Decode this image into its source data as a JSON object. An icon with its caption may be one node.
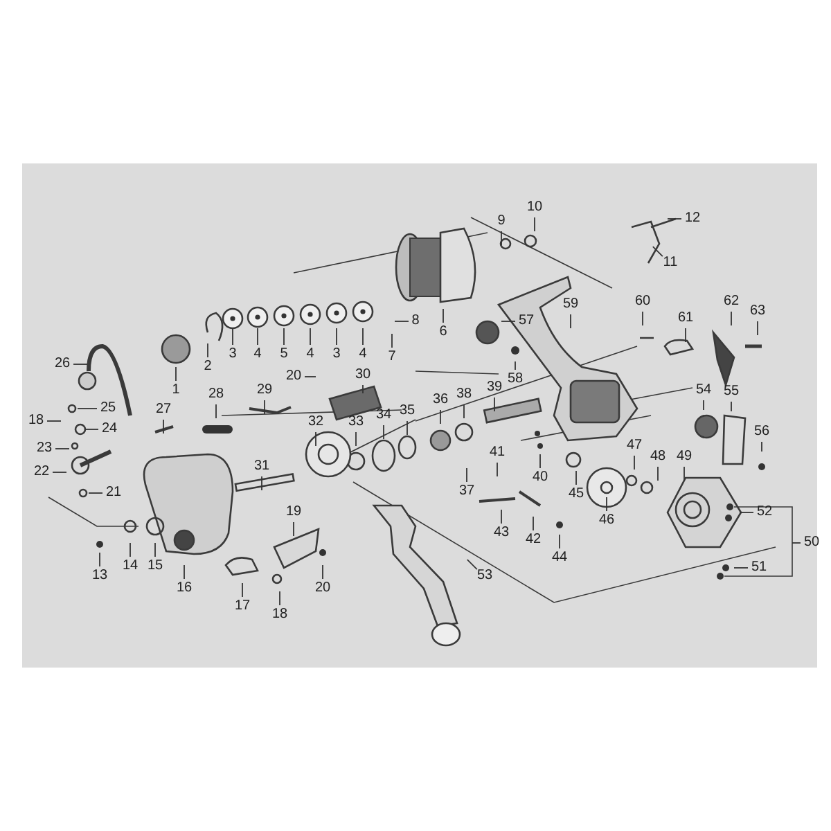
{
  "diagram": {
    "nodes": [
      {
        "text": [
          "9"
        ]
      },
      {
        "text": [
          "10"
        ]
      },
      {
        "text": [
          "12"
        ]
      },
      {
        "text": [
          "11"
        ]
      },
      {
        "text": [
          "59"
        ]
      },
      {
        "text": [
          "60"
        ]
      },
      {
        "text": [
          "62"
        ]
      },
      {
        "text": [
          "63"
        ]
      },
      {
        "text": [
          "61"
        ]
      },
      {
        "text": [
          "57"
        ]
      },
      {
        "text": [
          "8"
        ]
      },
      {
        "text": [
          "6"
        ]
      },
      {
        "text": [
          "4"
        ]
      },
      {
        "text": [
          "3"
        ]
      },
      {
        "text": [
          "4"
        ]
      },
      {
        "text": [
          "5"
        ]
      },
      {
        "text": [
          "4"
        ]
      },
      {
        "text": [
          "7"
        ]
      },
      {
        "text": [
          "3"
        ]
      },
      {
        "text": [
          "30"
        ]
      },
      {
        "text": [
          "2"
        ]
      },
      {
        "text": [
          "26"
        ]
      },
      {
        "text": [
          "20"
        ]
      },
      {
        "text": [
          "58"
        ]
      },
      {
        "text": [
          "1"
        ]
      },
      {
        "text": [
          "39"
        ]
      },
      {
        "text": [
          "54"
        ]
      },
      {
        "text": [
          "55"
        ]
      },
      {
        "text": [
          "29"
        ]
      },
      {
        "text": [
          "28"
        ]
      },
      {
        "text": [
          "38"
        ]
      },
      {
        "text": [
          "36"
        ]
      },
      {
        "text": [
          "25"
        ]
      },
      {
        "text": [
          "27"
        ]
      },
      {
        "text": [
          "35"
        ]
      },
      {
        "text": [
          "34"
        ]
      },
      {
        "text": [
          "33"
        ]
      },
      {
        "text": [
          "32"
        ]
      },
      {
        "text": [
          "18"
        ]
      },
      {
        "text": [
          "24"
        ]
      },
      {
        "text": [
          "56"
        ]
      },
      {
        "text": [
          "23"
        ]
      },
      {
        "text": [
          "47"
        ]
      },
      {
        "text": [
          "41"
        ]
      },
      {
        "text": [
          "49"
        ]
      },
      {
        "text": [
          "48"
        ]
      },
      {
        "text": [
          "31"
        ]
      },
      {
        "text": [
          "22"
        ]
      },
      {
        "text": [
          "40"
        ]
      },
      {
        "text": [
          "37"
        ]
      },
      {
        "text": [
          "45"
        ]
      },
      {
        "text": [
          "21"
        ]
      },
      {
        "text": [
          "19"
        ]
      },
      {
        "text": [
          "46"
        ]
      },
      {
        "text": [
          "52"
        ]
      },
      {
        "text": [
          "43"
        ]
      },
      {
        "text": [
          "42"
        ]
      },
      {
        "text": [
          "50"
        ]
      },
      {
        "text": [
          "44"
        ]
      },
      {
        "text": [
          "51"
        ]
      },
      {
        "text": [
          "14"
        ]
      },
      {
        "text": [
          "15"
        ]
      },
      {
        "text": [
          "13"
        ]
      },
      {
        "text": [
          "53"
        ]
      },
      {
        "text": [
          "16"
        ]
      },
      {
        "text": [
          "20"
        ]
      },
      {
        "text": [
          "17"
        ]
      },
      {
        "text": [
          "18"
        ]
      }
    ],
    "edges": [
      {
        "from": 0,
        "to": null,
        "arrow": "none"
      },
      {
        "from": 1,
        "to": null,
        "arrow": "none"
      },
      {
        "from": 2,
        "to": null,
        "arrow": "none"
      },
      {
        "from": 3,
        "to": null,
        "arrow": "none"
      },
      {
        "from": 4,
        "to": null,
        "arrow": "none"
      },
      {
        "from": 5,
        "to": null,
        "arrow": "none"
      },
      {
        "from": 6,
        "to": null,
        "arrow": "none"
      },
      {
        "from": 7,
        "to": null,
        "arrow": "none"
      },
      {
        "from": 8,
        "to": null,
        "arrow": "none"
      },
      {
        "from": 9,
        "to": null,
        "arrow": "none"
      },
      {
        "from": 10,
        "to": null,
        "arrow": "none"
      },
      {
        "from": 11,
        "to": null,
        "arrow": "none"
      },
      {
        "from": 12,
        "to": null,
        "arrow": "none"
      },
      {
        "from": 13,
        "to": null,
        "arrow": "none"
      },
      {
        "from": 14,
        "to": null,
        "arrow": "none"
      },
      {
        "from": 15,
        "to": null,
        "arrow": "none"
      },
      {
        "from": 16,
        "to": null,
        "arrow": "none"
      },
      {
        "from": 17,
        "to": null,
        "arrow": "none"
      },
      {
        "from": 18,
        "to": null,
        "arrow": "none"
      },
      {
        "from": 19,
        "to": null,
        "arrow": "none"
      },
      {
        "from": 20,
        "to": null,
        "arrow": "none"
      },
      {
        "from": 21,
        "to": null,
        "arrow": "none"
      },
      {
        "from": 22,
        "to": null,
        "arrow": "none"
      },
      {
        "from": 23,
        "to": null,
        "arrow": "none"
      },
      {
        "from": 24,
        "to": null,
        "arrow": "none"
      },
      {
        "from": 25,
        "to": null,
        "arrow": "none"
      },
      {
        "from": 26,
        "to": null,
        "arrow": "none"
      },
      {
        "from": 27,
        "to": null,
        "arrow": "none"
      },
      {
        "from": 28,
        "to": null,
        "arrow": "none"
      },
      {
        "from": 29,
        "to": null,
        "arrow": "none"
      },
      {
        "from": 30,
        "to": null,
        "arrow": "none"
      },
      {
        "from": 31,
        "to": null,
        "arrow": "none"
      },
      {
        "from": 32,
        "to": null,
        "arrow": "none"
      },
      {
        "from": 33,
        "to": null,
        "arrow": "none"
      },
      {
        "from": 34,
        "to": null,
        "arrow": "none"
      },
      {
        "from": 35,
        "to": null,
        "arrow": "none"
      },
      {
        "from": 36,
        "to": null,
        "arrow": "none"
      },
      {
        "from": 37,
        "to": null,
        "arrow": "none"
      },
      {
        "from": 38,
        "to": null,
        "arrow": "none"
      },
      {
        "from": 39,
        "to": null,
        "arrow": "none"
      },
      {
        "from": 40,
        "to": null,
        "arrow": "none"
      },
      {
        "from": 41,
        "to": null,
        "arrow": "none"
      },
      {
        "from": 42,
        "to": null,
        "arrow": "none"
      },
      {
        "from": 43,
        "to": null,
        "arrow": "none"
      },
      {
        "from": 44,
        "to": null,
        "arrow": "none"
      },
      {
        "from": 45,
        "to": null,
        "arrow": "none"
      },
      {
        "from": 46,
        "to": null,
        "arrow": "none"
      },
      {
        "from": 47,
        "to": null,
        "arrow": "none"
      },
      {
        "from": 48,
        "to": null,
        "arrow": "none"
      },
      {
        "from": 49,
        "to": null,
        "arrow": "none"
      },
      {
        "from": 50,
        "to": null,
        "arrow": "none"
      },
      {
        "from": 51,
        "to": null,
        "arrow": "none"
      },
      {
        "from": 52,
        "to": null,
        "arrow": "none"
      },
      {
        "from": 53,
        "to": null,
        "arrow": "none"
      },
      {
        "from": 54,
        "to": null,
        "arrow": "none"
      },
      {
        "from": 55,
        "to": null,
        "arrow": "none"
      },
      {
        "from": 56,
        "to": null,
        "arrow": "none"
      },
      {
        "from": 57,
        "to": null,
        "arrow": "none"
      },
      {
        "from": 58,
        "to": null,
        "arrow": "none"
      },
      {
        "from": 59,
        "to": null,
        "arrow": "none"
      },
      {
        "from": 60,
        "to": null,
        "arrow": "none"
      },
      {
        "from": 61,
        "to": null,
        "arrow": "none"
      },
      {
        "from": 62,
        "to": null,
        "arrow": "none"
      },
      {
        "from": 63,
        "to": null,
        "arrow": "none"
      },
      {
        "from": 64,
        "to": null,
        "arrow": "none"
      },
      {
        "from": 65,
        "to": null,
        "arrow": "none"
      },
      {
        "from": 66,
        "to": null,
        "arrow": "none"
      },
      {
        "from": 67,
        "to": null,
        "arrow": "none"
      }
    ]
  }
}
